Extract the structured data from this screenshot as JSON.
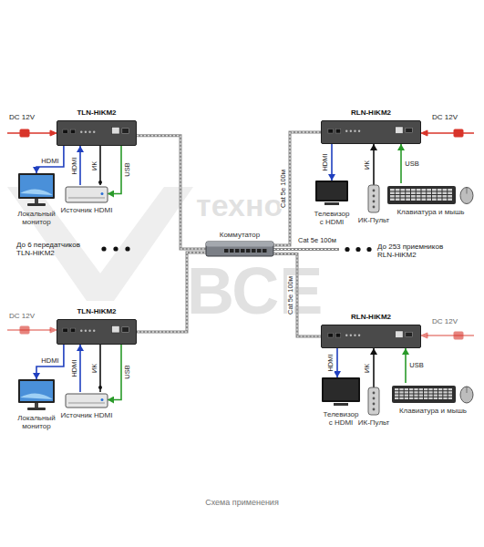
{
  "diagram": {
    "caption": "Схема применения",
    "nodes": [
      {
        "text": [
          "TLN-HiKM2"
        ]
      },
      {
        "text": [
          "RLN-HiKM2"
        ]
      },
      {
        "text": [
          "Локальный монитор"
        ]
      },
      {
        "text": [
          "Источник HDMI"
        ]
      },
      {
        "text": [
          "Телевизор с HDMI"
        ]
      },
      {
        "text": [
          "ИК-Пульт"
        ]
      },
      {
        "text": [
          "Клавиатура и мышь"
        ]
      },
      {
        "text": [
          "Коммутатор"
        ]
      },
      {
        "text": [
          "TLN-HiKM2"
        ]
      },
      {
        "text": [
          "RLN-HiKM2"
        ]
      },
      {
        "text": [
          "Локальный монитор"
        ]
      },
      {
        "text": [
          "Источник HDMI"
        ]
      },
      {
        "text": [
          "Телевизор с HDMI"
        ]
      },
      {
        "text": [
          "ИК-Пульт"
        ]
      },
      {
        "text": [
          "Клавиатура и мышь"
        ]
      }
    ],
    "edges": [
      {
        "from": 0,
        "to": 2,
        "label": "HDMI",
        "arrow": "to"
      },
      {
        "from": 3,
        "to": 0,
        "label": "HDMI",
        "arrow": "to"
      },
      {
        "from": 0,
        "to": 3,
        "label": "ИК",
        "arrow": "none"
      },
      {
        "from": 0,
        "to": 3,
        "label": "USB",
        "arrow": "to"
      },
      {
        "from": 0,
        "to": 7,
        "arrow": "none"
      },
      {
        "from": 7,
        "to": 1,
        "label": "Cat 5e 100м",
        "arrow": "none"
      },
      {
        "from": 1,
        "to": 4,
        "label": "HDMI",
        "arrow": "to"
      },
      {
        "from": 5,
        "to": 1,
        "label": "ИК",
        "arrow": "to"
      },
      {
        "from": 6,
        "to": 1,
        "label": "USB",
        "arrow": "to"
      },
      {
        "from": 7,
        "to": 8,
        "arrow": "none"
      },
      {
        "from": 7,
        "to": 9,
        "label": "Cat 5e 100м",
        "arrow": "none"
      },
      {
        "from": 8,
        "to": 10,
        "label": "HDMI",
        "arrow": "to"
      },
      {
        "from": 11,
        "to": 8,
        "label": "HDMI",
        "arrow": "to"
      },
      {
        "from": 8,
        "to": 11,
        "label": "ИК",
        "arrow": "none"
      },
      {
        "from": 8,
        "to": 11,
        "label": "USB",
        "arrow": "to"
      },
      {
        "from": 9,
        "to": 12,
        "label": "HDMI",
        "arrow": "to"
      },
      {
        "from": 13,
        "to": 9,
        "label": "ИК",
        "arrow": "to"
      },
      {
        "from": 14,
        "to": 9,
        "label": "USB",
        "arrow": "to"
      }
    ],
    "labels": [
      "DC 12V",
      "DC 12V",
      "До 6 передатчиков TLN-HiKM2",
      "Cat 5e 100м",
      "До 253 приемников RLN-HiKM2",
      "DC 12V",
      "DC 12V",
      "техно",
      "ВСЕ"
    ]
  }
}
